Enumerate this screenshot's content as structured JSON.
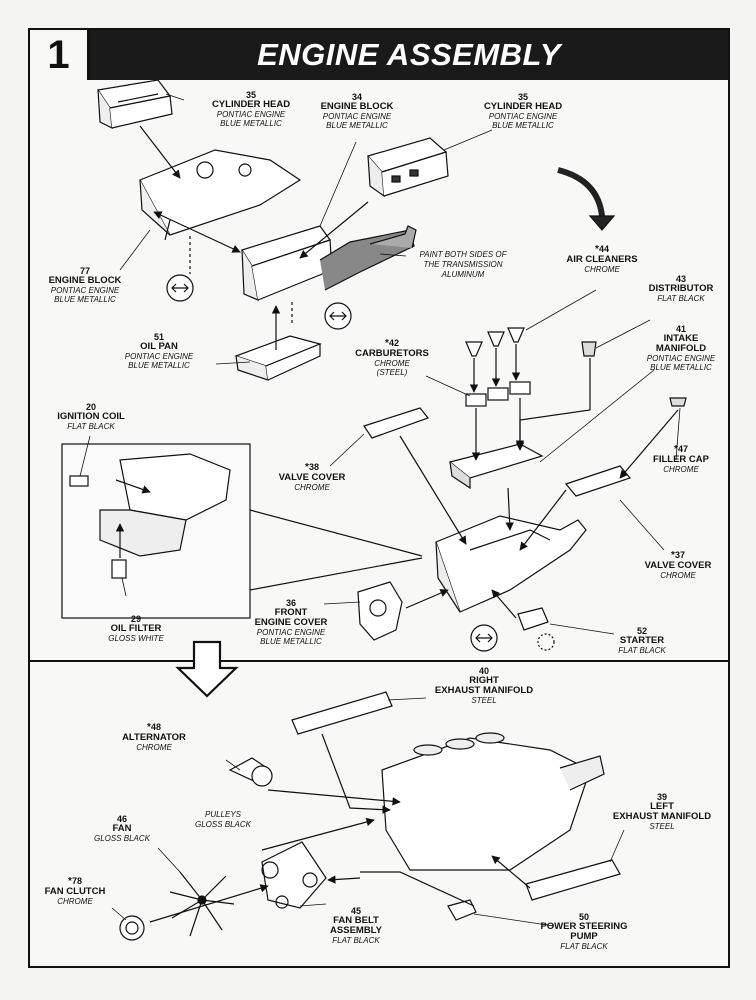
{
  "step": {
    "number": "1",
    "title": "ENGINE ASSEMBLY"
  },
  "parts": {
    "p35a": {
      "num": "35",
      "name": "CYLINDER HEAD",
      "f1": "PONTIAC ENGINE",
      "f2": "BLUE METALLIC"
    },
    "p34": {
      "num": "34",
      "name": "ENGINE BLOCK",
      "f1": "PONTIAC ENGINE",
      "f2": "BLUE METALLIC"
    },
    "p35b": {
      "num": "35",
      "name": "CYLINDER HEAD",
      "f1": "PONTIAC ENGINE",
      "f2": "BLUE METALLIC"
    },
    "p77": {
      "num": "77",
      "name": "ENGINE BLOCK",
      "f1": "PONTIAC ENGINE",
      "f2": "BLUE METALLIC"
    },
    "p51": {
      "num": "51",
      "name": "OIL PAN",
      "f1": "PONTIAC ENGINE",
      "f2": "BLUE METALLIC"
    },
    "p44": {
      "num": "44",
      "name": "AIR CLEANERS",
      "f1": "CHROME"
    },
    "p43": {
      "num": "43",
      "name": "DISTRIBUTOR",
      "f1": "FLAT BLACK"
    },
    "p41": {
      "num": "41",
      "name1": "INTAKE",
      "name2": "MANIFOLD",
      "f1": "PONTIAC ENGINE",
      "f2": "BLUE METALLIC"
    },
    "p42": {
      "num": "42",
      "name": "CARBURETORS",
      "f1": "CHROME",
      "f2": "(STEEL)"
    },
    "p20": {
      "num": "20",
      "name": "IGNITION COIL",
      "f1": "FLAT BLACK"
    },
    "p38": {
      "num": "38",
      "name": "VALVE COVER",
      "f1": "CHROME"
    },
    "p47": {
      "num": "47",
      "name": "FILLER CAP",
      "f1": "CHROME"
    },
    "p37": {
      "num": "37",
      "name": "VALVE COVER",
      "f1": "CHROME"
    },
    "p29": {
      "num": "29",
      "name": "OIL FILTER",
      "f1": "GLOSS WHITE"
    },
    "p36": {
      "num": "36",
      "name1": "FRONT",
      "name2": "ENGINE COVER",
      "f1": "PONTIAC ENGINE",
      "f2": "BLUE METALLIC"
    },
    "p52": {
      "num": "52",
      "name": "STARTER",
      "f1": "FLAT BLACK"
    },
    "p40": {
      "num": "40",
      "name1": "RIGHT",
      "name2": "EXHAUST MANIFOLD",
      "f1": "STEEL"
    },
    "p48": {
      "num": "48",
      "name": "ALTERNATOR",
      "f1": "CHROME"
    },
    "p39": {
      "num": "39",
      "name1": "LEFT",
      "name2": "EXHAUST MANIFOLD",
      "f1": "STEEL"
    },
    "p46": {
      "num": "46",
      "name": "FAN",
      "f1": "GLOSS BLACK"
    },
    "p78": {
      "num": "78",
      "name": "FAN CLUTCH",
      "f1": "CHROME"
    },
    "p45": {
      "num": "45",
      "name1": "FAN BELT",
      "name2": "ASSEMBLY",
      "f1": "FLAT BLACK"
    },
    "p50": {
      "num": "50",
      "name1": "POWER STEERING",
      "name2": "PUMP",
      "f1": "FLAT BLACK"
    }
  },
  "notes": {
    "transmission": [
      "PAINT BOTH SIDES OF",
      "THE TRANSMISSION",
      "ALUMINUM"
    ],
    "pulleys": [
      "PULLEYS",
      "GLOSS BLACK"
    ]
  },
  "star": "*"
}
